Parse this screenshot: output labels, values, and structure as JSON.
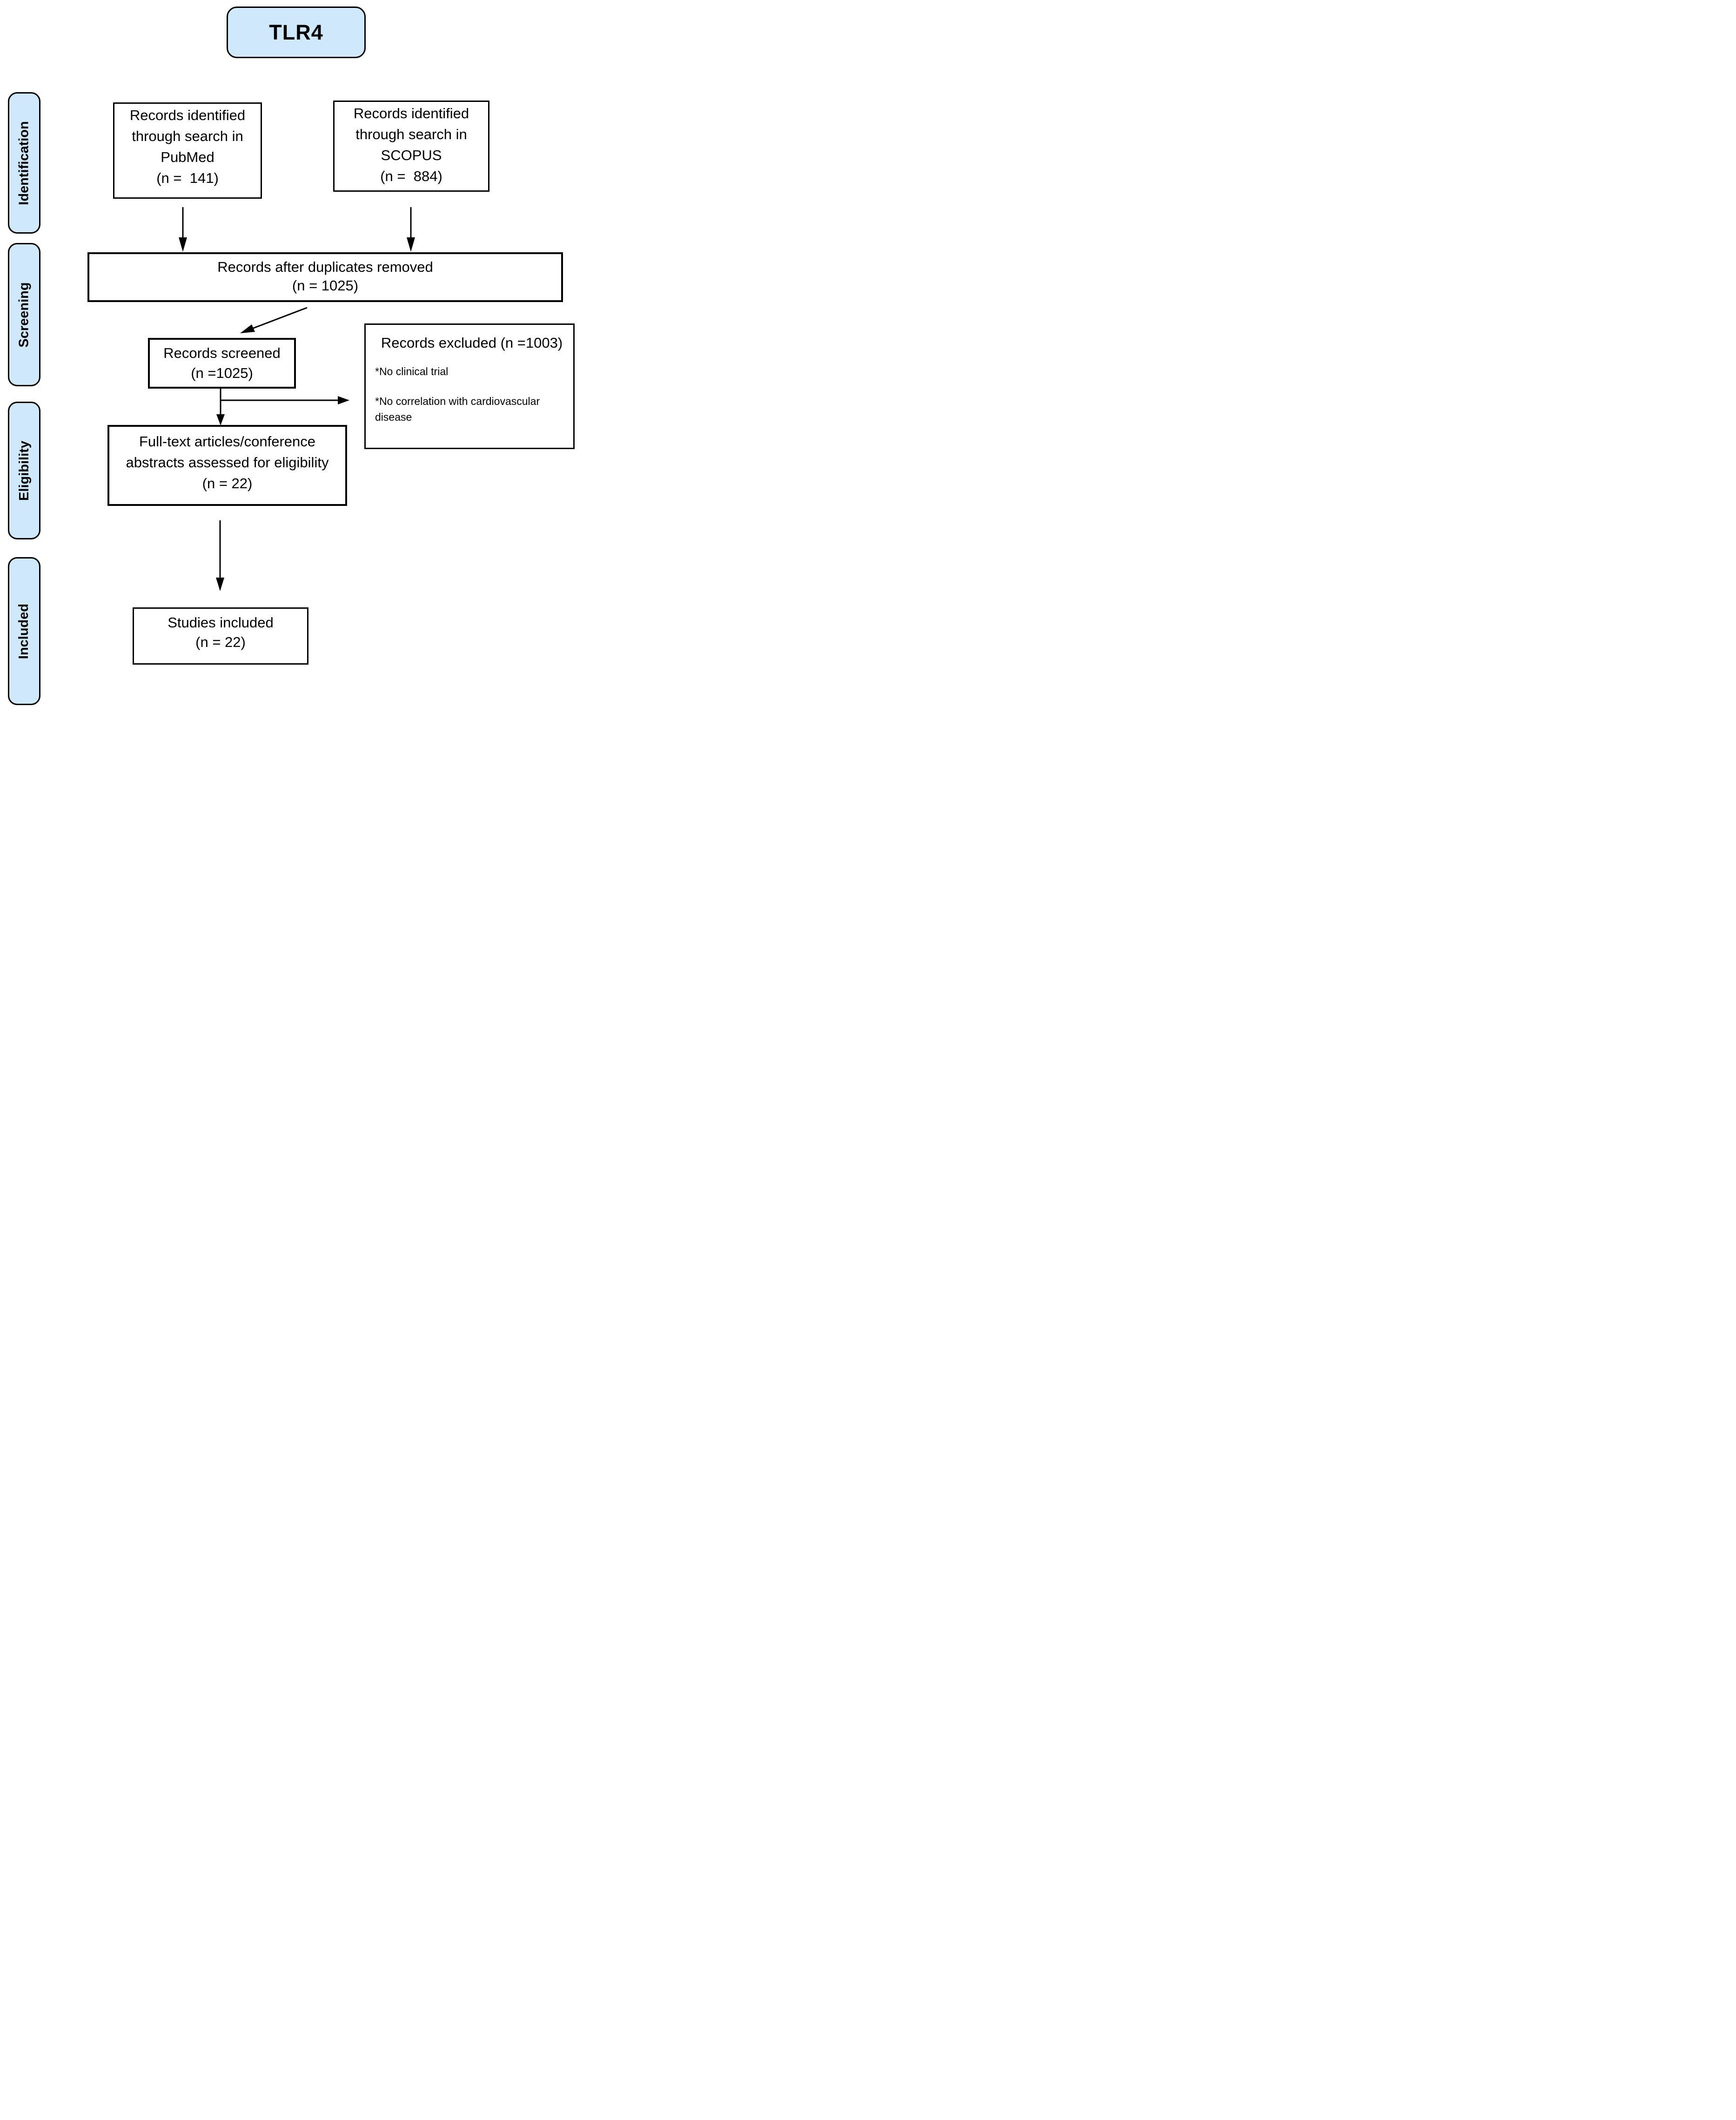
{
  "title": "TLR4",
  "sidebar": {
    "stages": [
      {
        "id": "identification",
        "label": "Identification"
      },
      {
        "id": "screening",
        "label": "Screening"
      },
      {
        "id": "eligibility",
        "label": "Eligibility"
      },
      {
        "id": "included",
        "label": "Included"
      }
    ]
  },
  "boxes": {
    "pubmed": {
      "lines": [
        "Records identified",
        "through search in",
        "PubMed"
      ],
      "count": "(n =  141)"
    },
    "scopus": {
      "lines": [
        "Records identified",
        "through search in",
        "SCOPUS"
      ],
      "count": "(n =  884)"
    },
    "duplicates": {
      "lines": [
        "Records after duplicates removed"
      ],
      "count": "(n = 1025)"
    },
    "screened": {
      "lines": [
        "Records screened"
      ],
      "count": "(n =1025)"
    },
    "excluded": {
      "title": "Records excluded (n =1003)",
      "reasons": [
        [
          "*No clinical trial"
        ],
        [
          "*No correlation with cardiovascular",
          "disease"
        ]
      ]
    },
    "fulltext": {
      "lines": [
        "Full-text articles/conference",
        "abstracts assessed for eligibility"
      ],
      "count": "(n = 22)"
    },
    "included": {
      "lines": [
        "Studies included"
      ],
      "count": "(n = 22)"
    }
  },
  "colors": {
    "stage_fill": "#cfe8fb",
    "border": "#000000",
    "page_bg": "#ffffff",
    "arrow": "#000000"
  }
}
